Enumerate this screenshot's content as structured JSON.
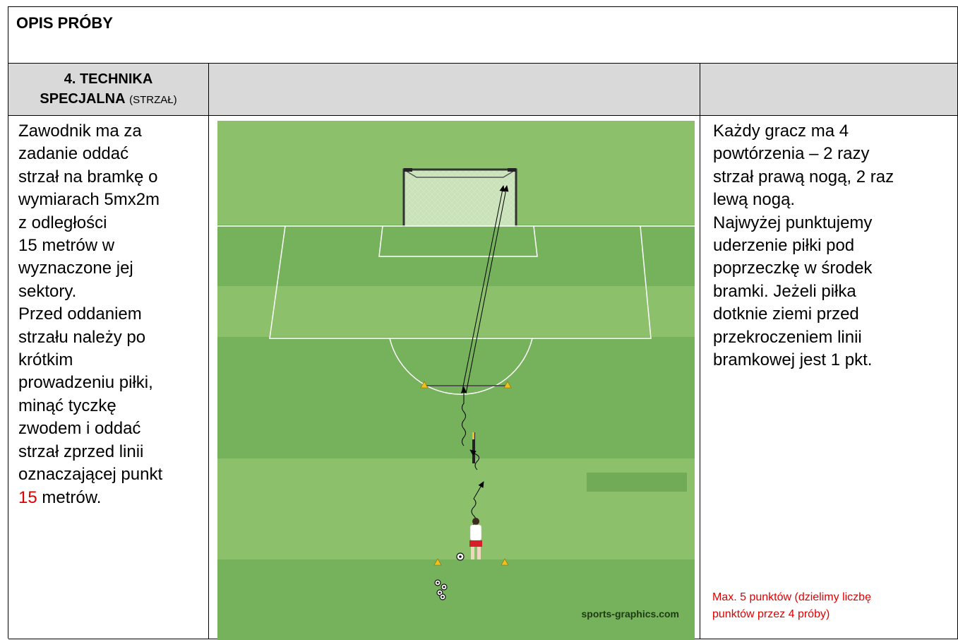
{
  "header": {
    "title": "OPIS PRÓBY"
  },
  "section": {
    "number_title": "4. TECHNIKA",
    "title_bold": "SPECJALNA",
    "title_sub": "(STRZAŁ)"
  },
  "description": {
    "lines": [
      "Zawodnik ma za",
      "zadanie oddać",
      "strzał na bramkę o",
      "wymiarach 5mx2m",
      "z odległości",
      "15 metrów w",
      "wyznaczone jej",
      "sektory.",
      "Przed oddaniem",
      "strzału należy po",
      "krótkim",
      "prowadzeniu piłki,",
      "minąć tyczkę",
      "zwodem i oddać",
      "strzał zprzed linii",
      "oznaczającej punkt"
    ],
    "last_line_number": "15",
    "last_line_text": " metrów."
  },
  "rules": {
    "lines": [
      "Każdy gracz ma 4",
      "powtórzenia – 2 razy",
      "strzał prawą nogą, 2 raz",
      "lewą nogą.",
      "Najwyżej punktujemy",
      "uderzenie piłki pod",
      "poprzeczkę w środek",
      "bramki. Jeżeli piłka",
      "dotknie ziemi przed",
      "przekroczeniem linii",
      "bramkowej jest 1 pkt."
    ],
    "note_line1": "Max. 5 punktów (dzielimy liczbę",
    "note_line2": "punktów przez 4 próby)"
  },
  "diagram": {
    "watermark": "sports-graphics.com"
  },
  "colors": {
    "header_bg": "#d9d9d9",
    "highlight_red": "#e00000",
    "grass_light": "#8cc06b",
    "grass_dark": "#74b05a"
  }
}
